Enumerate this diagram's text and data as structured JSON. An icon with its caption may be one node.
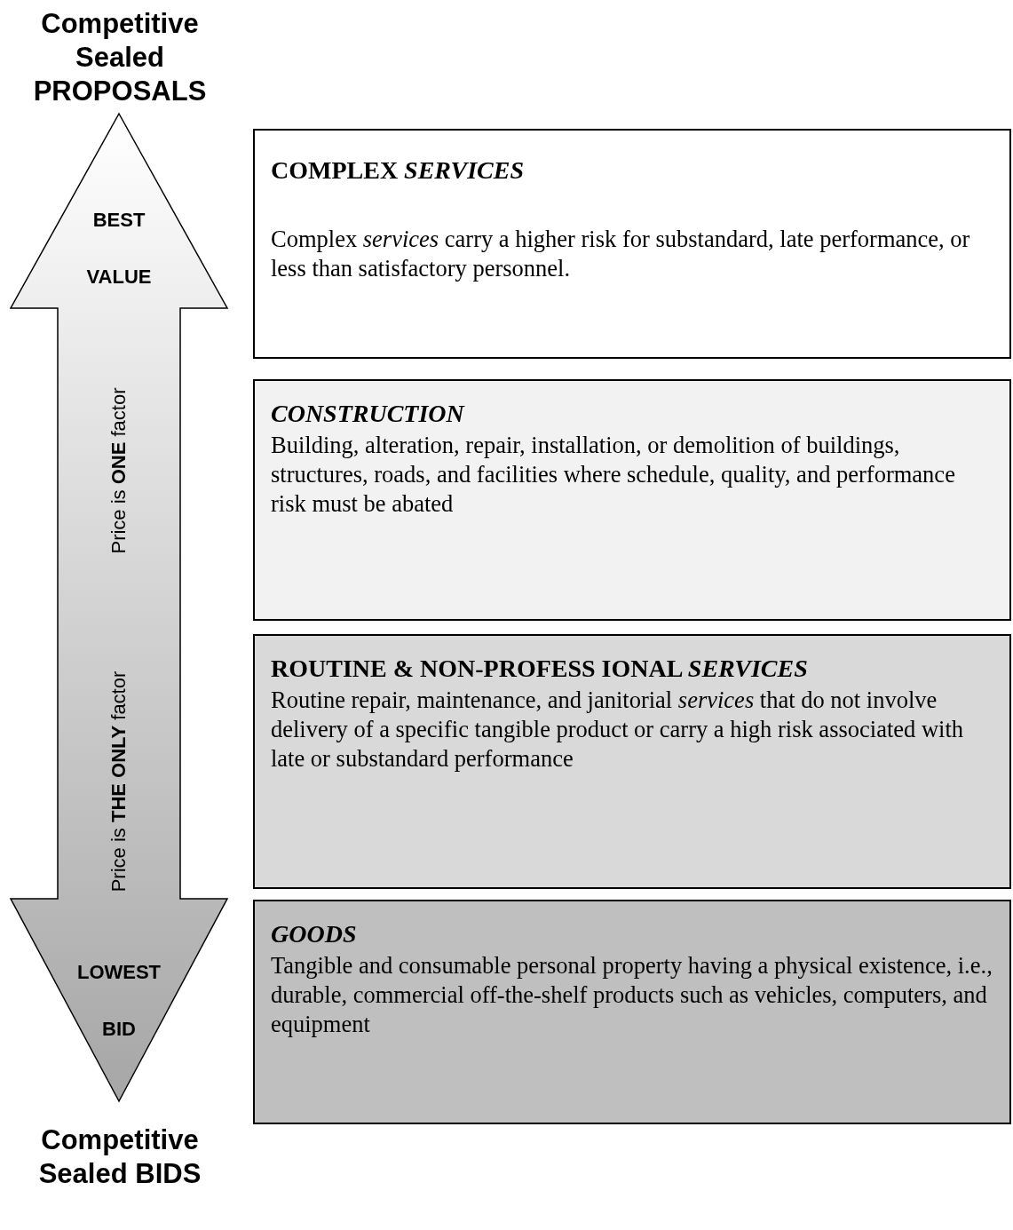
{
  "diagram": {
    "nodes": [
      {
        "text": [
          "BEST VALUE",
          "Price is **ONE** factor",
          "Price is **THE ONLY** factor",
          "LOWEST BID"
        ]
      },
      {
        "text": [
          "COMPLEX *SERVICES*",
          "Complex *services* carry a higher risk for substandard, late performance, or less than satisfactory personnel."
        ]
      },
      {
        "text": [
          "CONSTRUCTION",
          "Building, alteration, repair, installation, or demolition of buildings, structures, roads, and facilities where schedule, quality, and performance risk must be abated"
        ]
      },
      {
        "text": [
          "ROUTINE & NON-PROFESS IONAL *SERVICES*",
          "Routine repair, maintenance, and janitorial *services* that do not involve delivery of a specific tangible product or carry a high risk associated with late or substandard performance"
        ]
      },
      {
        "text": [
          "GOODS",
          "Tangible and consumable personal property having a physical existence, i.e., durable, commercial off-the-shelf products such as vehicles, computers, and equipment"
        ]
      }
    ],
    "labels": [
      "Competitive Sealed PROPOSALS",
      "Competitive Sealed BIDS"
    ]
  }
}
